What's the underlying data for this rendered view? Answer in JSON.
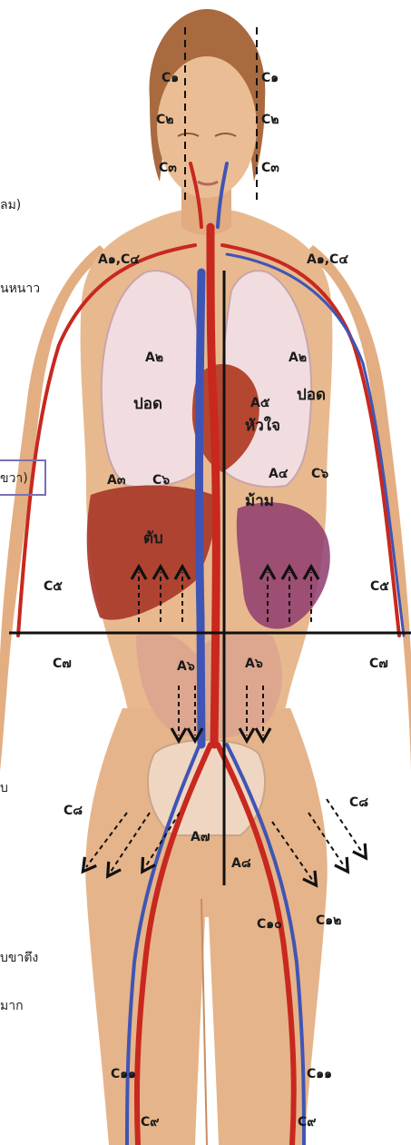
{
  "side_text": {
    "s1": "ลม)",
    "s2": "นหนาว",
    "s3": "ขวา)",
    "s4": "บ",
    "s5": "บขาตึง",
    "s6": "มาก"
  },
  "labels": {
    "c1_left": "C๑",
    "c1_right": "C๑",
    "c2_left": "C๒",
    "c2_right": "C๒",
    "c3_left": "C๓",
    "c3_right": "C๓",
    "a1c4_left": "A๑,C๔",
    "a1c4_right": "A๑,C๔",
    "a2_left": "A๒",
    "a2_right": "A๒",
    "lung_left": "ปอด",
    "lung_right": "ปอด",
    "a5": "A๕",
    "heart": "หัวใจ",
    "a3": "A๓",
    "c6_left": "C๖",
    "a4": "A๔",
    "c6_right": "C๖",
    "spleen": "ม้าม",
    "liver": "ตับ",
    "c5_left": "C๕",
    "c5_right": "C๕",
    "c7_left": "C๗",
    "c7_right": "C๗",
    "a6_left": "A๖",
    "a6_right": "A๖",
    "c8_left": "C๘",
    "c8_right": "C๘",
    "a7": "A๗",
    "a8": "A๘",
    "c10": "C๑๐",
    "c12": "C๑๒",
    "c11_left": "C๑๑",
    "c11_right": "C๑๑",
    "c9_left": "C๙",
    "c9_right": "C๙"
  },
  "colors": {
    "skin": "#e8b98f",
    "skin_dark": "#c98c62",
    "hair": "#a86a3e",
    "lung": "#f1dde0",
    "heart": "#b5462f",
    "liver": "#a8382a",
    "artery": "#c8281e",
    "vein": "#3f55b5",
    "box": "#7b6fb5"
  }
}
